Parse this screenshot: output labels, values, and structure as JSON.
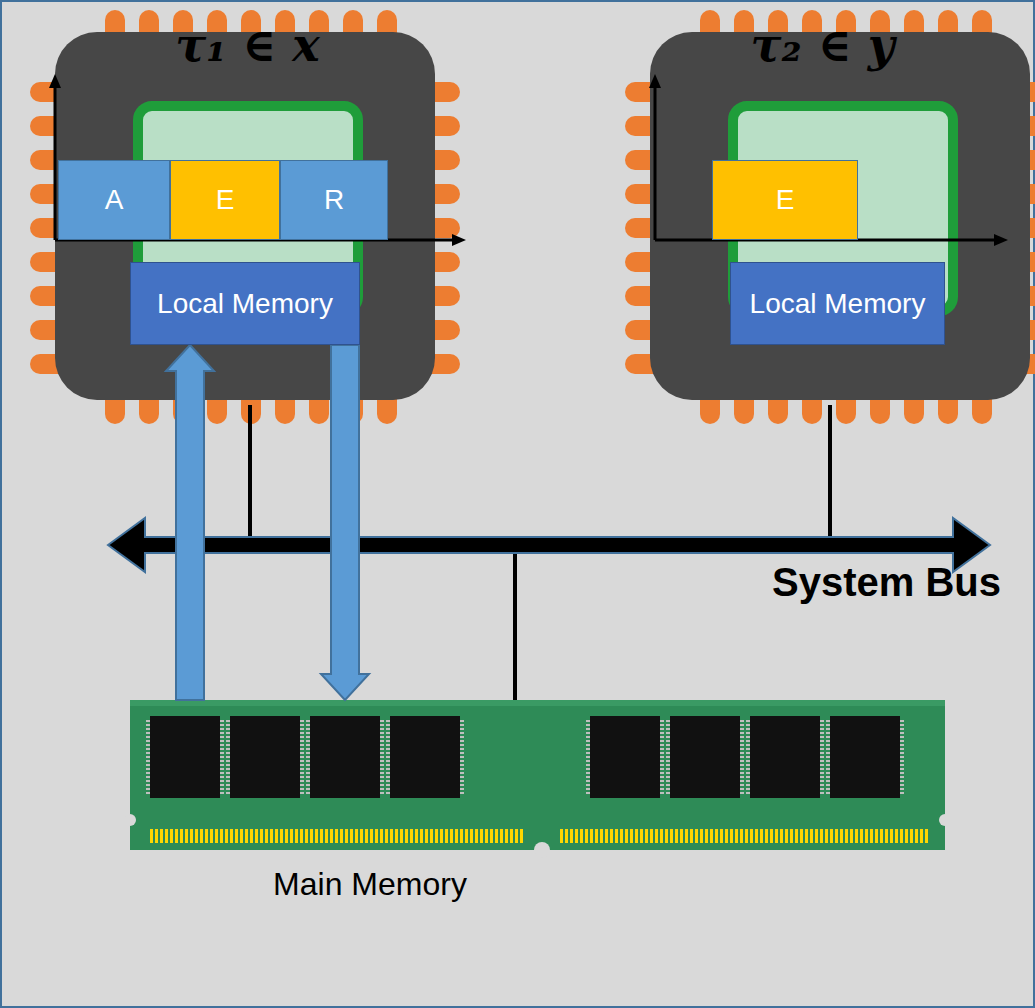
{
  "diagram": {
    "nodes": [
      {
        "text": [
          "τ₁ ∈ x"
        ]
      },
      {
        "text": [
          "A"
        ],
        "in": 0
      },
      {
        "text": [
          "E"
        ],
        "in": 0
      },
      {
        "text": [
          "R"
        ],
        "in": 0
      },
      {
        "text": [
          "Local Memory"
        ],
        "in": 0
      },
      {
        "text": [
          "τ₂ ∈ y"
        ]
      },
      {
        "text": [
          "E"
        ],
        "in": 5
      },
      {
        "text": [
          "Local Memory"
        ],
        "in": 5
      },
      {
        "text": [
          "Main Memory"
        ]
      }
    ],
    "edges": [
      {
        "from": 8,
        "to": 4,
        "arrow": "to"
      },
      {
        "from": 4,
        "to": 8,
        "arrow": "to"
      }
    ],
    "labels": [
      "System Bus"
    ]
  }
}
